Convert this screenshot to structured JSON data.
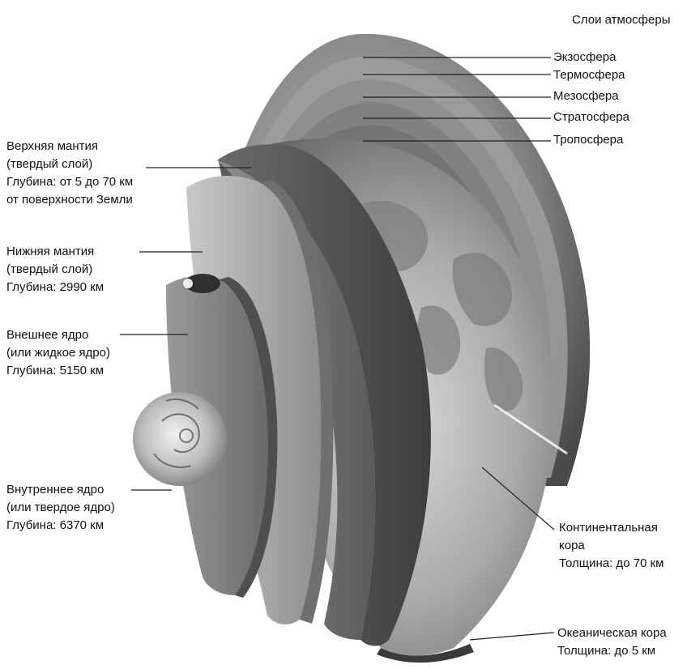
{
  "atmosphere": {
    "title": "Слои атмосферы",
    "layers": [
      "Экзосфера",
      "Термосфера",
      "Мезосфера",
      "Стратосфера",
      "Тропосфера"
    ]
  },
  "interior": {
    "upper_mantle": {
      "line1": "Верхняя мантия",
      "line2": "(твердый слой)",
      "line3": "Глубина: от 5 до 70 км",
      "line4": "от поверхности Земли"
    },
    "lower_mantle": {
      "line1": "Нижняя мантия",
      "line2": "(твердый слой)",
      "line3": "Глубина: 2990 км"
    },
    "outer_core": {
      "line1": "Внешнее ядро",
      "line2": "(или жидкое ядро)",
      "line3": "Глубина: 5150 км"
    },
    "inner_core": {
      "line1": "Внутреннее ядро",
      "line2": "(или твердое ядро)",
      "line3": "Глубина: 6370 км"
    }
  },
  "crust": {
    "continental": {
      "line1": "Континентальная",
      "line2": "кора",
      "line3": "Толщина: до 70 км"
    },
    "oceanic": {
      "line1": "Океаническая кора",
      "line2": "Толщина: до 5 км"
    }
  }
}
